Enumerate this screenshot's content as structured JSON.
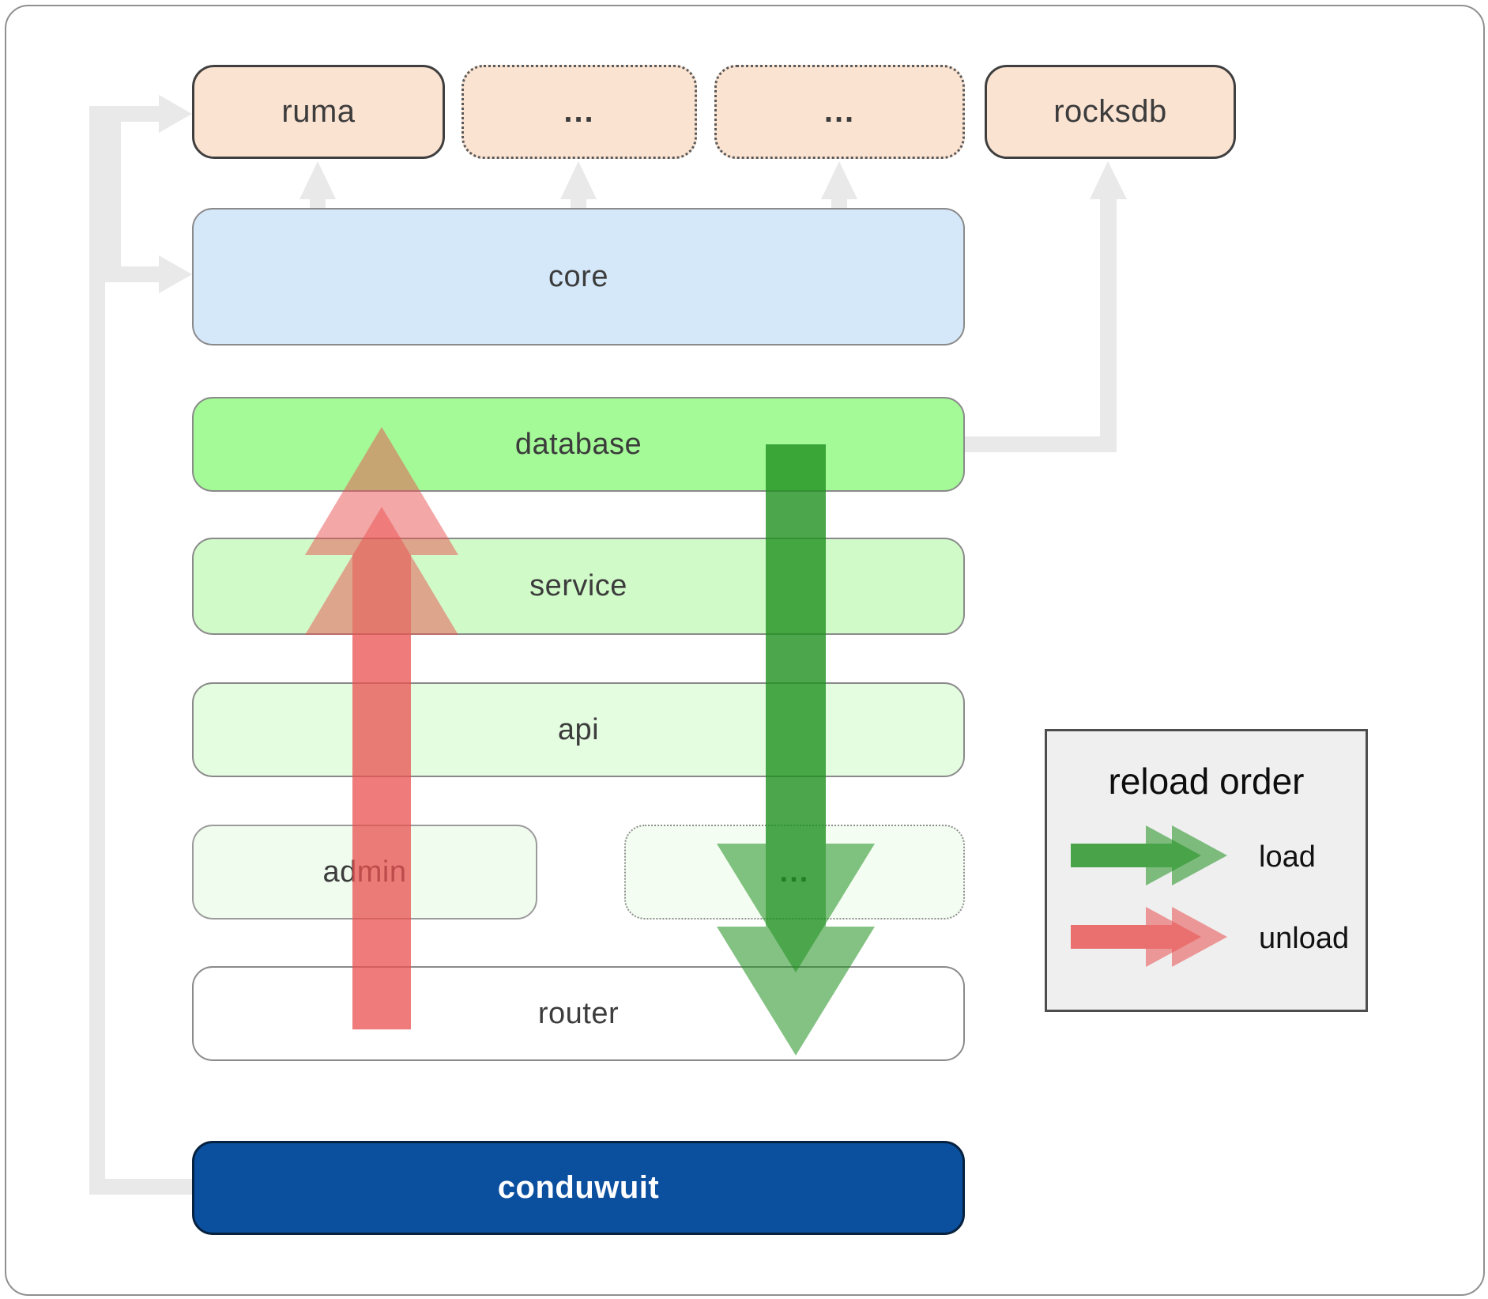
{
  "nodes": {
    "ruma": {
      "label": "ruma"
    },
    "dots_top_1": {
      "label": "..."
    },
    "dots_top_2": {
      "label": "..."
    },
    "rocksdb": {
      "label": "rocksdb"
    },
    "core": {
      "label": "core"
    },
    "database": {
      "label": "database"
    },
    "service": {
      "label": "service"
    },
    "api": {
      "label": "api"
    },
    "admin": {
      "label": "admin"
    },
    "dots_admin": {
      "label": "..."
    },
    "router": {
      "label": "router"
    },
    "conduwuit": {
      "label": "conduwuit"
    }
  },
  "legend": {
    "title": "reload order",
    "items": [
      {
        "label": "load",
        "color": "#1f8f1f"
      },
      {
        "label": "unload",
        "color": "#e94f4f"
      }
    ]
  },
  "flows": {
    "load": {
      "color": "#1f8f1f",
      "from": "database",
      "to": "router",
      "direction": "down"
    },
    "unload": {
      "color": "#e94f4f",
      "from": "router",
      "to": "database",
      "direction": "up"
    }
  },
  "colors": {
    "peach_box": "#fbe3d2",
    "core_blue": "#d5e8fa",
    "database_green": "#a4fa97",
    "service_green": "#d1fac9",
    "api_green": "#e4fce0",
    "admin_green": "#f0fdee",
    "router_white": "#ffffff",
    "conduwuit_navy": "#0b4f9f",
    "connector_gray": "#e9e9e9",
    "load_green": "#1f8f1f",
    "unload_red": "#e94f4f"
  }
}
